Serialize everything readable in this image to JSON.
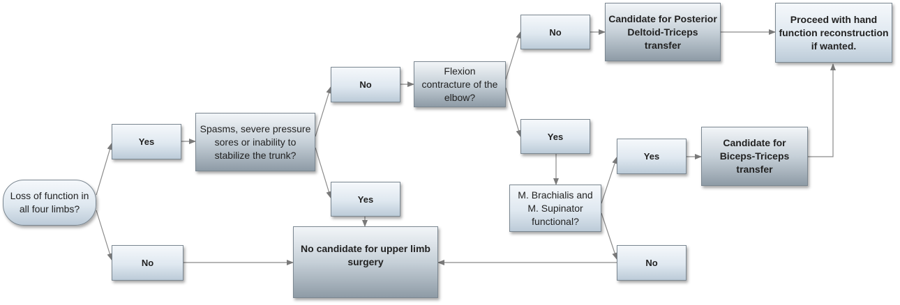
{
  "nodes": {
    "loss_function": "Loss of function in all four limbs?",
    "yes_1": "Yes",
    "no_1": "No",
    "spasms": "Spasms, severe pressure sores or inability to stabilize the trunk?",
    "no_2": "No",
    "yes_2": "Yes",
    "no_candidate": "No candidate for upper limb surgery",
    "flexion": "Flexion contracture of the elbow?",
    "no_3": "No",
    "yes_3": "Yes",
    "posterior_deltoid": "Candidate for Posterior Deltoid-Triceps transfer",
    "brachialis": "M. Brachialis and M. Supinator functional?",
    "yes_4": "Yes",
    "no_4": "No",
    "biceps": "Candidate for Biceps-Triceps transfer",
    "hand_function": "Proceed with hand function reconstruction if wanted."
  }
}
